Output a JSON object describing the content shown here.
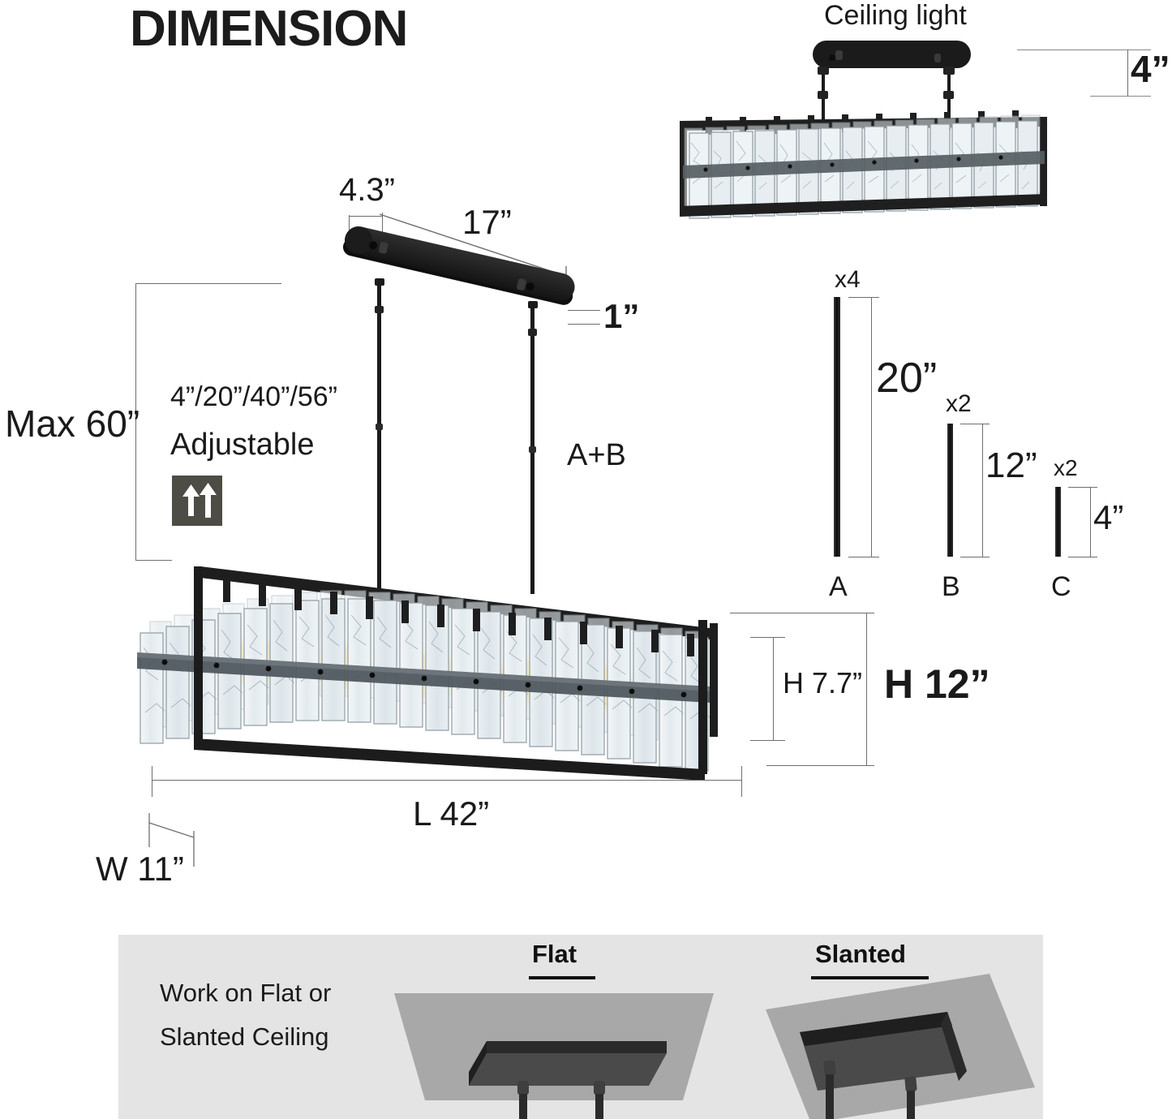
{
  "title": "DIMENSION",
  "top_right": {
    "caption": "Ceiling light",
    "canopy_height": "4”"
  },
  "canopy": {
    "width_label": "4.3”",
    "length_label": "17”",
    "thickness_label": "1”"
  },
  "suspension": {
    "max_label": "Max 60”",
    "adjustable_values": "4”/20”/40”/56”",
    "adjustable_label": "Adjustable",
    "rod_combo_label": "A+B",
    "adjust_icon": "up-arrows-icon"
  },
  "rods": [
    {
      "id": "A",
      "qty": "x4",
      "length": "20”"
    },
    {
      "id": "B",
      "qty": "x2",
      "length": "12”"
    },
    {
      "id": "C",
      "qty": "x2",
      "length": "4”"
    }
  ],
  "fixture": {
    "inner_height": "H 7.7”",
    "total_height": "H 12”",
    "length": "L 42”",
    "width": "W 11”"
  },
  "ceiling": {
    "note_line1": "Work on Flat or",
    "note_line2": "Slanted Ceiling",
    "flat_label": "Flat",
    "slanted_label": "Slanted"
  },
  "colors": {
    "metal_black": "#1b1b1b",
    "dim_line": "#6e6e6e",
    "panel_bg": "#e4e4e4",
    "ceiling_plane": "#a8a8a8",
    "mount_plate": "#4a4a4a",
    "icon_box": "#4d4d45",
    "text": "#1a1a1a"
  }
}
